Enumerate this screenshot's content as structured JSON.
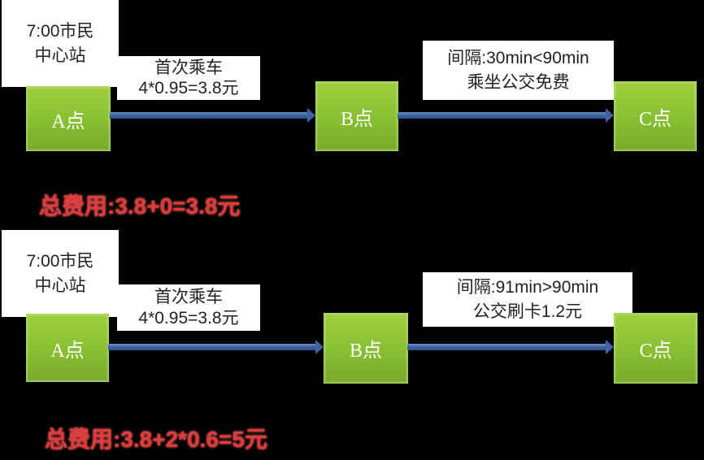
{
  "scenarios": [
    {
      "start_label": [
        "7:00市民",
        "中心站"
      ],
      "leg1_label": [
        "首次乘车",
        "4*0.95=3.8元"
      ],
      "leg2_label": [
        "间隔:30min<90min",
        "乘坐公交免费"
      ],
      "nodes": [
        "A点",
        "B点",
        "C点"
      ],
      "total": "总费用:3.8+0=3.8元"
    },
    {
      "start_label": [
        "7:00市民",
        "中心站"
      ],
      "leg1_label": [
        "首次乘车",
        "4*0.95=3.8元"
      ],
      "leg2_label": [
        "间隔:91min>90min",
        "公交刷卡1.2元"
      ],
      "nodes": [
        "A点",
        "B点",
        "C点"
      ],
      "total": "总费用:3.8+2*0.6=5元"
    }
  ],
  "colors": {
    "node": "#8bc034",
    "arrow": "#3d64a3",
    "total": "#e03b3b"
  }
}
